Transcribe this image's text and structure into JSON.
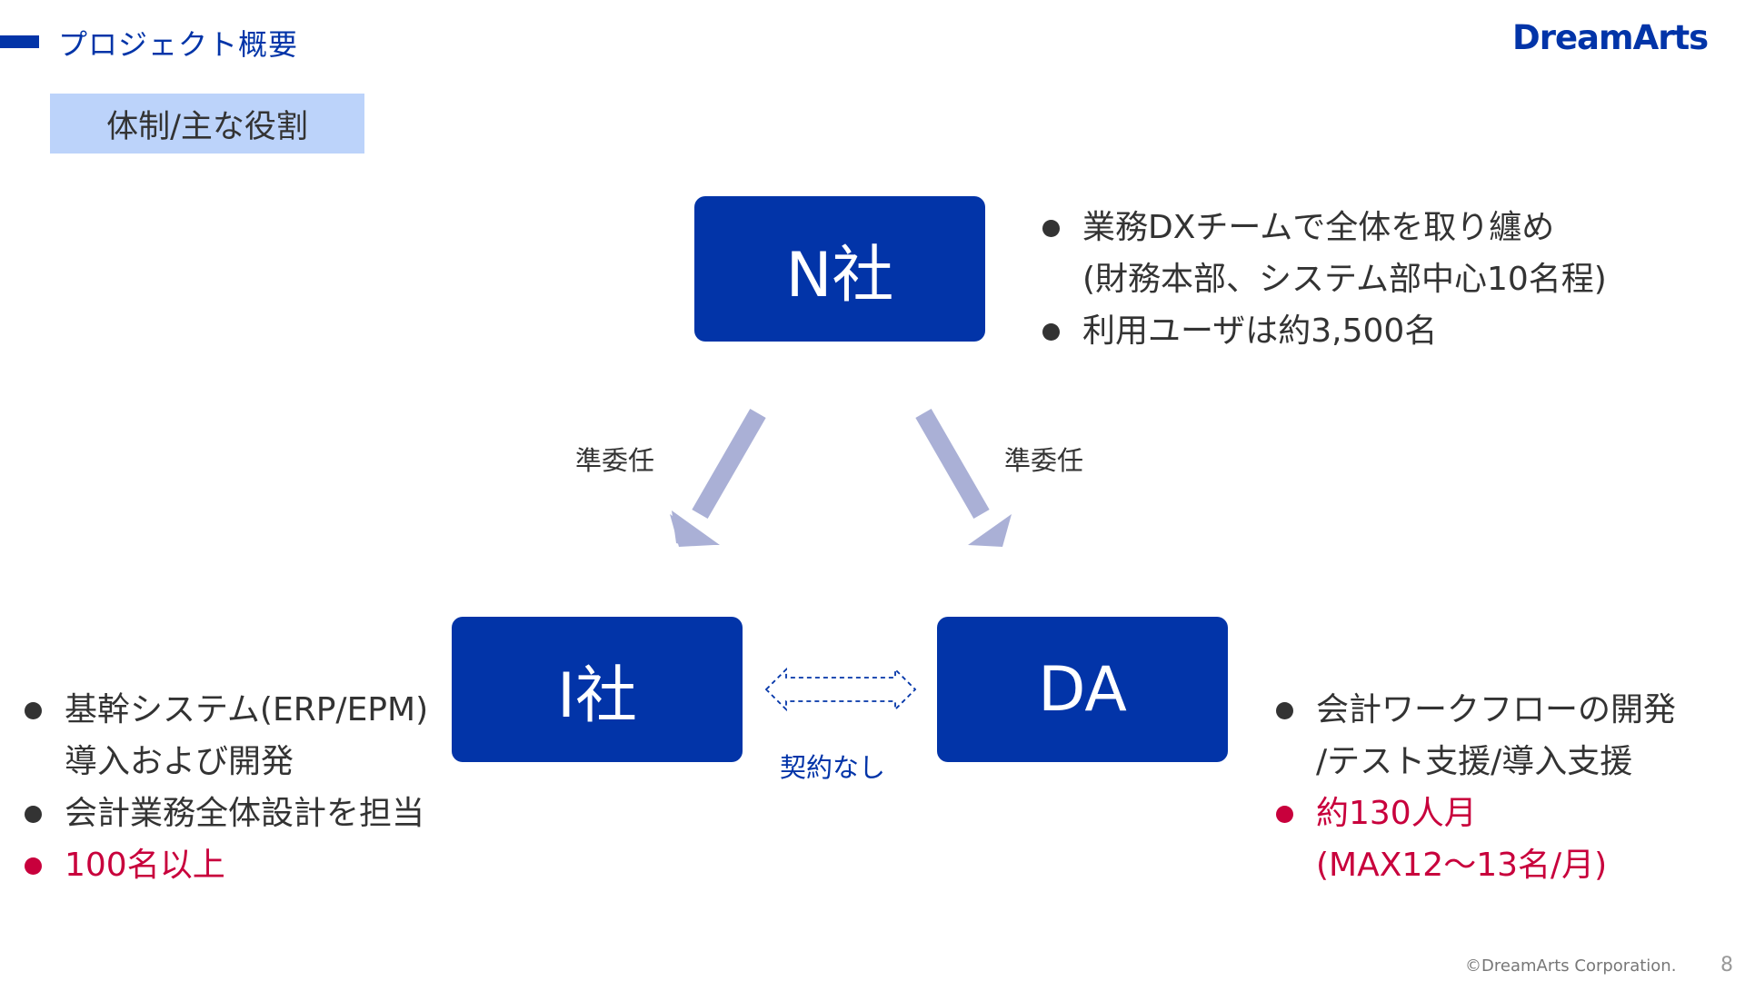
{
  "header": {
    "title": "プロジェクト概要",
    "logo_text": "DreamArts",
    "brand_color": "#0234a8"
  },
  "section_tag": {
    "label": "体制/主な役割",
    "color": "#bcd3fa"
  },
  "org": {
    "n": {
      "name": "N社",
      "bullets": [
        {
          "lines": [
            "業務DXチームで全体を取り纏め",
            "(財務本部、システム部中心10名程)"
          ],
          "highlight": false
        },
        {
          "lines": [
            "利用ユーザは約3,500名"
          ],
          "highlight": false
        }
      ]
    },
    "i": {
      "name": "I社",
      "bullets": [
        {
          "lines": [
            "基幹システム(ERP/EPM)",
            "導入および開発"
          ],
          "highlight": false
        },
        {
          "lines": [
            "会計業務全体設計を担当"
          ],
          "highlight": false
        },
        {
          "lines": [
            "100名以上"
          ],
          "highlight": true
        }
      ]
    },
    "da": {
      "name": "DA",
      "bullets": [
        {
          "lines": [
            "会計ワークフローの開発",
            "/テスト支援/導入支援"
          ],
          "highlight": false
        },
        {
          "lines": [
            "約130人月",
            "(MAX12〜13名/月)"
          ],
          "highlight": true
        }
      ]
    }
  },
  "relations": {
    "n_to_i": "準委任",
    "n_to_da": "準委任",
    "i_da": "契約なし"
  },
  "colors": {
    "arrow": "#aab0d6",
    "highlight": "#c8003c",
    "text": "#333333"
  },
  "footer": {
    "copyright": "©DreamArts Corporation.",
    "page": "8"
  }
}
